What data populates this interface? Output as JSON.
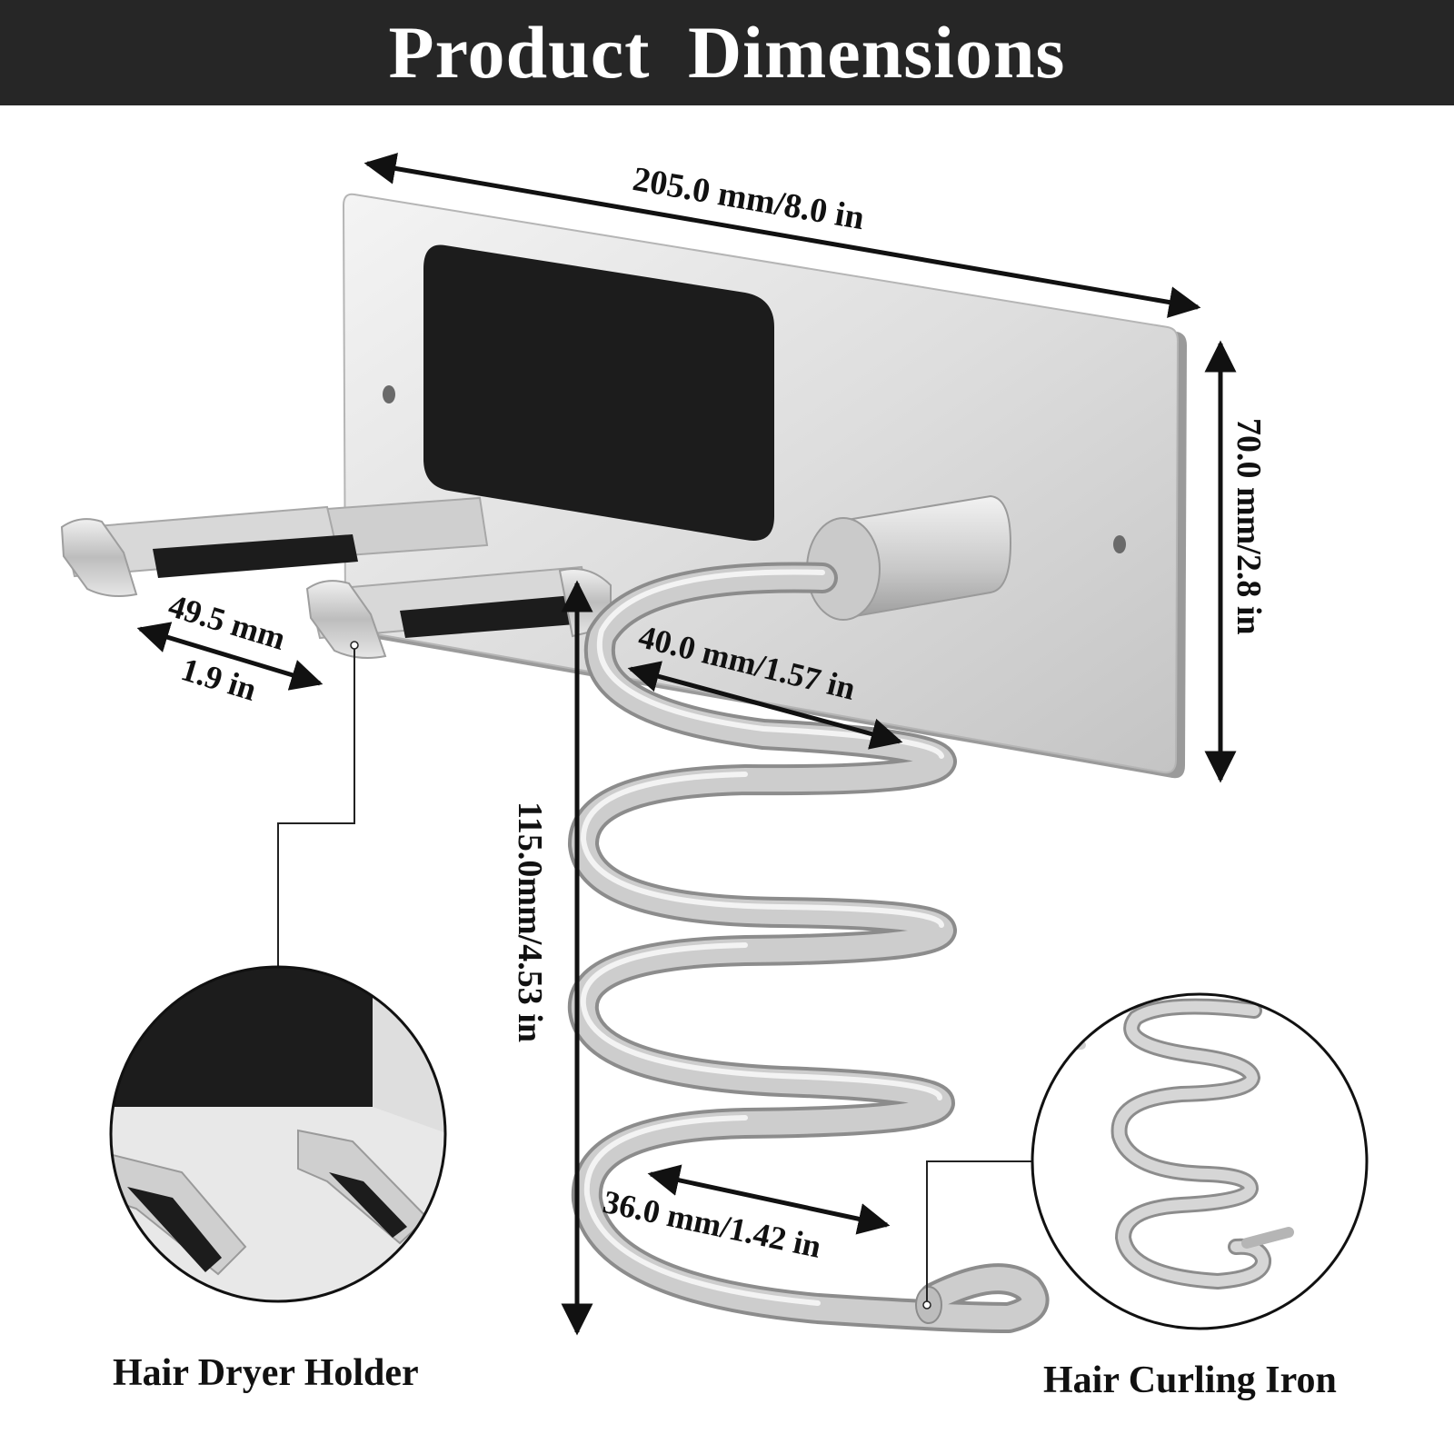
{
  "header": {
    "title": "Product Dimensions"
  },
  "dimensions": {
    "width": "205.0 mm/8.0 in",
    "height": "70.0 mm/2.8 in",
    "hook_mm": "49.5 mm",
    "hook_in": "1.9 in",
    "coil_top": "40.0 mm/1.57 in",
    "coil_length": "115.0mm/4.53 in",
    "coil_bottom": "36.0 mm/1.42 in"
  },
  "callouts": {
    "left": "Hair Dryer Holder",
    "right": "Hair Curling Iron"
  },
  "colors": {
    "banner": "#262626",
    "metal": "#d2d2d2",
    "pad": "#1c1c1c",
    "text": "#111111"
  }
}
